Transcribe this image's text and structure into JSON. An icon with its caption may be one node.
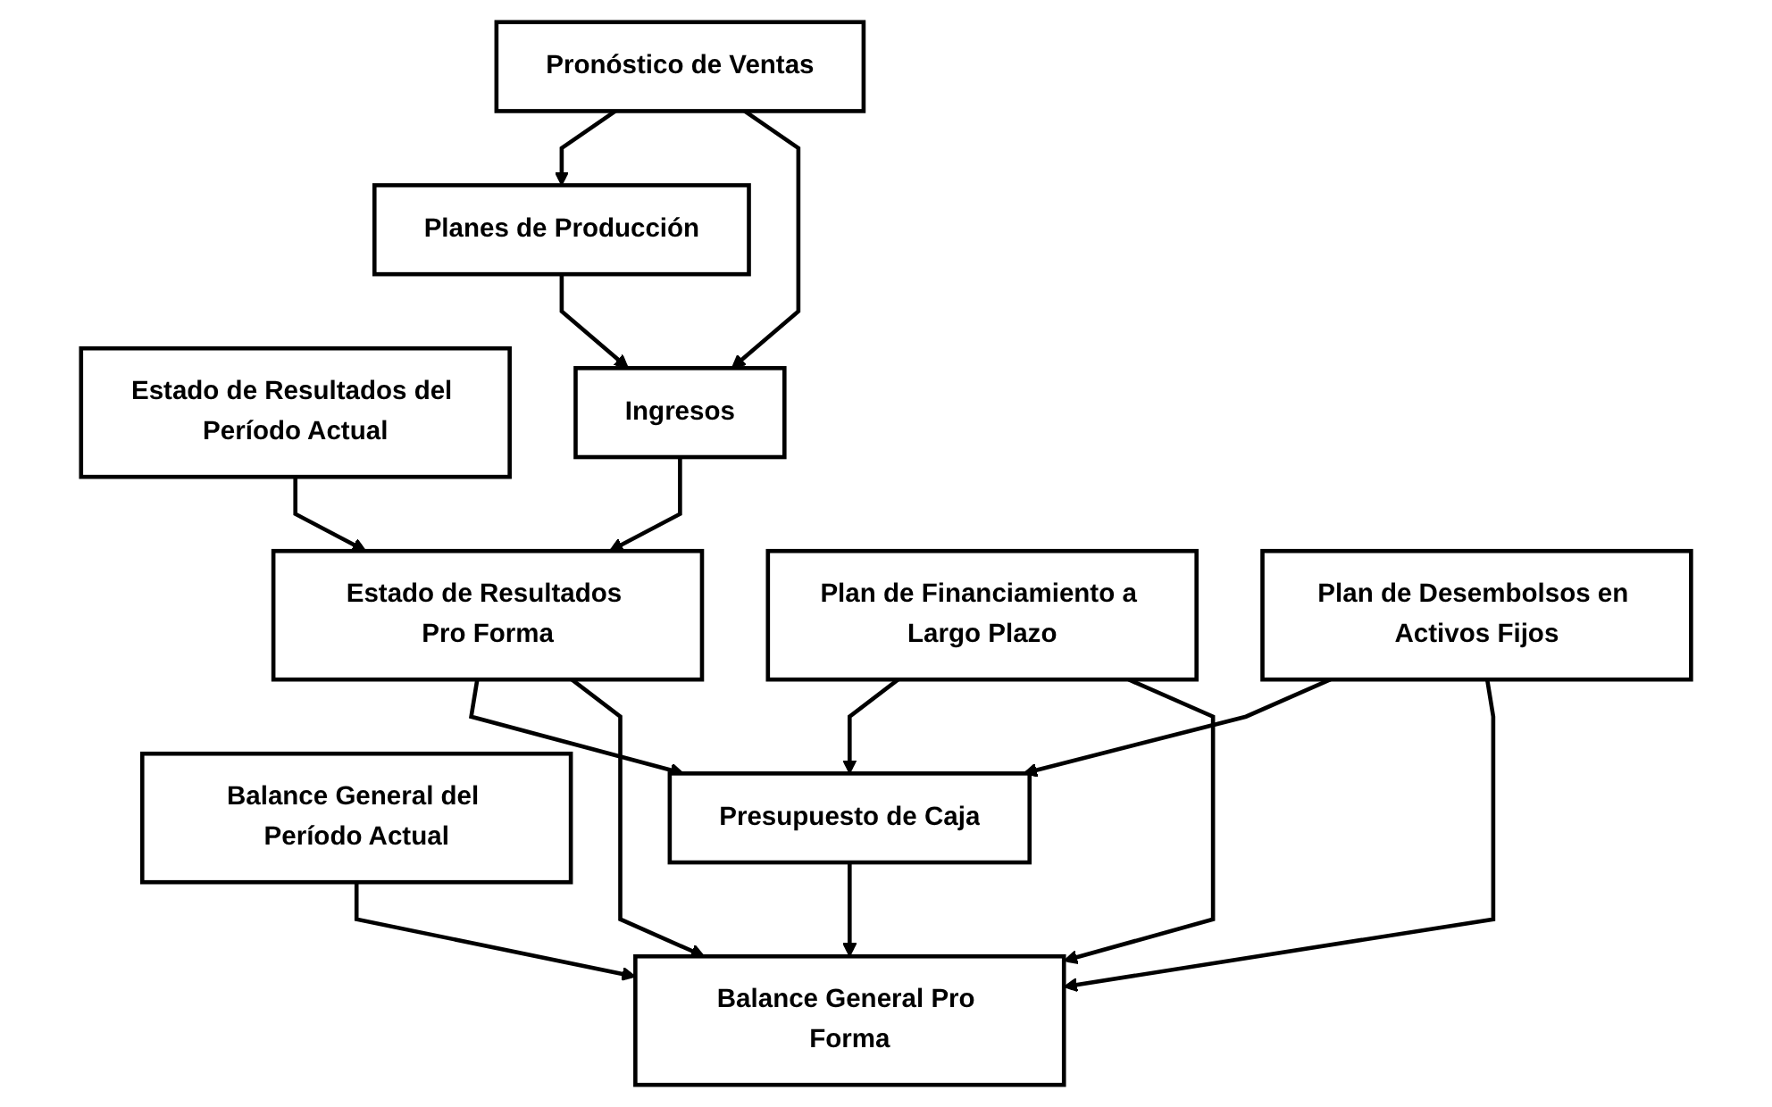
{
  "diagram": {
    "nodes": [
      {
        "text": [
          "Pronóstico de Ventas"
        ]
      },
      {
        "text": [
          "Planes de Producción"
        ]
      },
      {
        "text": [
          "Ingresos"
        ]
      },
      {
        "text": [
          "Plan de Financiamiento a Largo Plazo"
        ]
      },
      {
        "text": [
          "Estado de Resultados del Período Actual"
        ]
      },
      {
        "text": [
          "Estado de Resultados Pro Forma"
        ]
      },
      {
        "text": [
          "Presupuesto de Caja"
        ]
      },
      {
        "text": [
          "Plan de Desembolsos en Activos Fijos"
        ]
      },
      {
        "text": [
          "Balance General del Período Actual"
        ]
      },
      {
        "text": [
          "Balance General Pro Forma"
        ]
      }
    ],
    "edges": [
      {
        "from": 0,
        "to": 1,
        "arrow": "to"
      },
      {
        "from": 0,
        "to": 2,
        "arrow": "to"
      },
      {
        "from": 1,
        "to": 2,
        "arrow": "to"
      },
      {
        "from": 2,
        "to": 5,
        "arrow": "to"
      },
      {
        "from": 3,
        "to": 6,
        "arrow": "to"
      },
      {
        "from": 4,
        "to": 5,
        "arrow": "to"
      },
      {
        "from": 5,
        "to": 6,
        "arrow": "to"
      },
      {
        "from": 7,
        "to": 6,
        "arrow": "to"
      },
      {
        "from": 5,
        "to": 9,
        "arrow": "to"
      },
      {
        "from": 6,
        "to": 9,
        "arrow": "to"
      },
      {
        "from": 7,
        "to": 9,
        "arrow": "to"
      },
      {
        "from": 8,
        "to": 9,
        "arrow": "to"
      },
      {
        "from": 3,
        "to": 9,
        "arrow": "to"
      }
    ]
  }
}
